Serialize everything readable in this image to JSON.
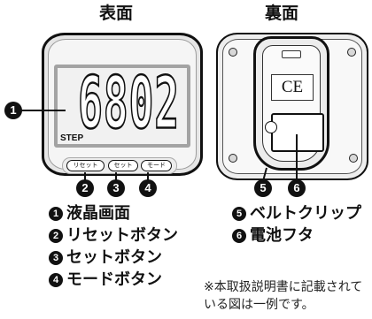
{
  "headings": {
    "front": "表面",
    "back": "裏面"
  },
  "display": {
    "value": "6802",
    "unit": "STEP"
  },
  "buttons": {
    "reset": "リセット",
    "set": "セット",
    "mode": "モード"
  },
  "back": {
    "mark": "CE"
  },
  "callouts": {
    "c1": "1",
    "c2": "2",
    "c3": "3",
    "c4": "4",
    "c5": "5",
    "c6": "6"
  },
  "legend": [
    {
      "num": "1",
      "text": "液晶画面"
    },
    {
      "num": "2",
      "text": "リセットボタン"
    },
    {
      "num": "3",
      "text": "セットボタン"
    },
    {
      "num": "4",
      "text": "モードボタン"
    },
    {
      "num": "5",
      "text": "ベルトクリップ"
    },
    {
      "num": "6",
      "text": "電池フタ"
    }
  ],
  "note": {
    "line1": "※本取扱説明書に記載されて",
    "line2": "いる図は一例です。"
  }
}
